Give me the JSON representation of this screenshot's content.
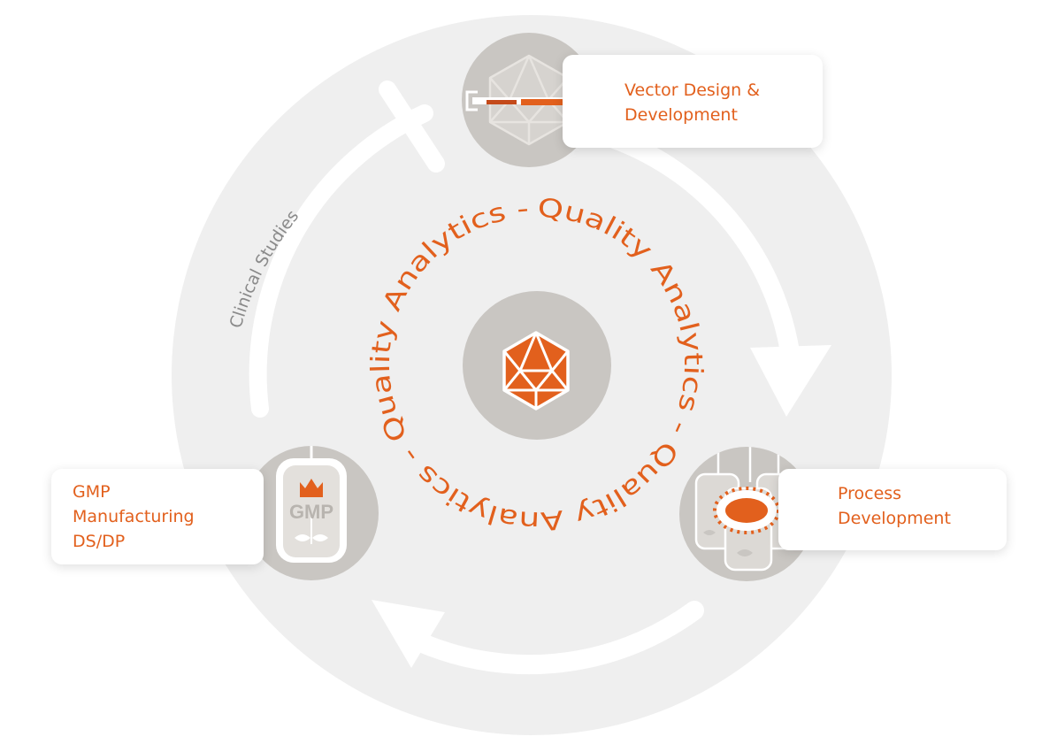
{
  "stages": {
    "vector_design": {
      "lines": [
        "Vector Design &",
        "Development"
      ]
    },
    "process_development": {
      "lines": [
        "Process",
        "Development"
      ]
    },
    "gmp_manufacturing": {
      "lines": [
        "GMP",
        "Manufacturing",
        "DS/DP"
      ],
      "icon_text": "GMP"
    }
  },
  "cycle_labels": {
    "clinical_studies": "Clinical Studies"
  },
  "center": {
    "ring_text": "Quality Analytics - Quality Analytics - Quality Analytics - "
  },
  "colors": {
    "accent": "#e2601d",
    "disc": "#efefef",
    "node": "#c9c6c2",
    "white": "#ffffff",
    "muted_text": "#8a8a8a"
  }
}
